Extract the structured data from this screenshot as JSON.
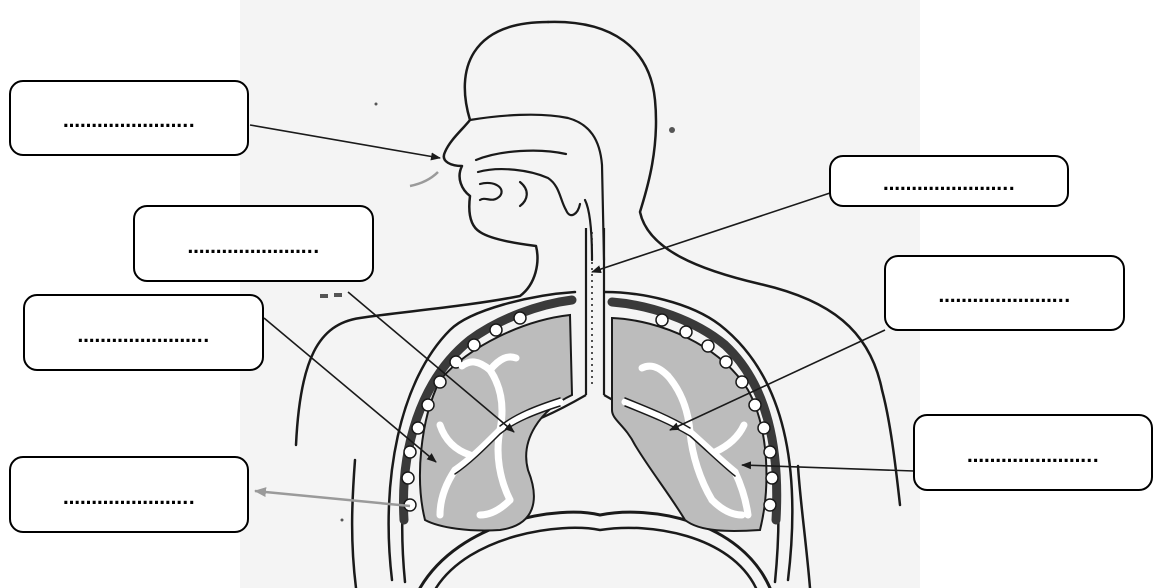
{
  "diagram": {
    "labels": [
      {
        "id": "nose",
        "text": "………………….."
      },
      {
        "id": "trachea",
        "text": "………………….."
      },
      {
        "id": "bronchus-left",
        "text": "………………….."
      },
      {
        "id": "bronchiole-left",
        "text": "………………….."
      },
      {
        "id": "bronchus-right",
        "text": "………………….."
      },
      {
        "id": "lung",
        "text": "………………….."
      },
      {
        "id": "diaphragm",
        "text": "………………….."
      }
    ]
  },
  "colors": {
    "outline": "#1a1a1a",
    "lung_fill": "#bcbcbc",
    "paper": "#f4f4f4",
    "arrow": "#1a1a1a",
    "arrow_faint": "#9a9a9a"
  }
}
